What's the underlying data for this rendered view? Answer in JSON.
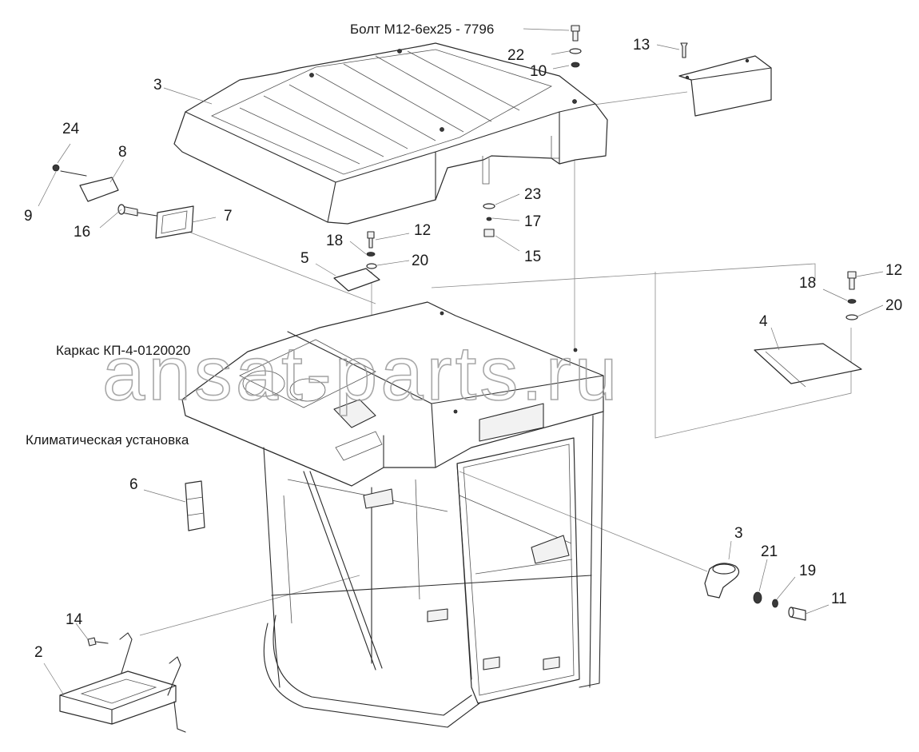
{
  "watermark": "ansat-parts.ru",
  "labels": {
    "bolt_note": "Болт М12-6ех25 - 7796",
    "frame_note": "Каркас КП-4-0120020",
    "climate_note": "Климатическая установка",
    "n24": "24",
    "n8": "8",
    "n9": "9",
    "n16": "16",
    "n7": "7",
    "n3_top": "3",
    "n22": "22",
    "n10": "10",
    "n13": "13",
    "n23": "23",
    "n17": "17",
    "n15": "15",
    "n18_a": "18",
    "n12_a": "12",
    "n5": "5",
    "n20_a": "20",
    "n18_b": "18",
    "n12_b": "12",
    "n20_b": "20",
    "n4": "4",
    "n6": "6",
    "n3_low": "3",
    "n21": "21",
    "n19": "19",
    "n11": "11",
    "n14": "14",
    "n2": "2"
  }
}
